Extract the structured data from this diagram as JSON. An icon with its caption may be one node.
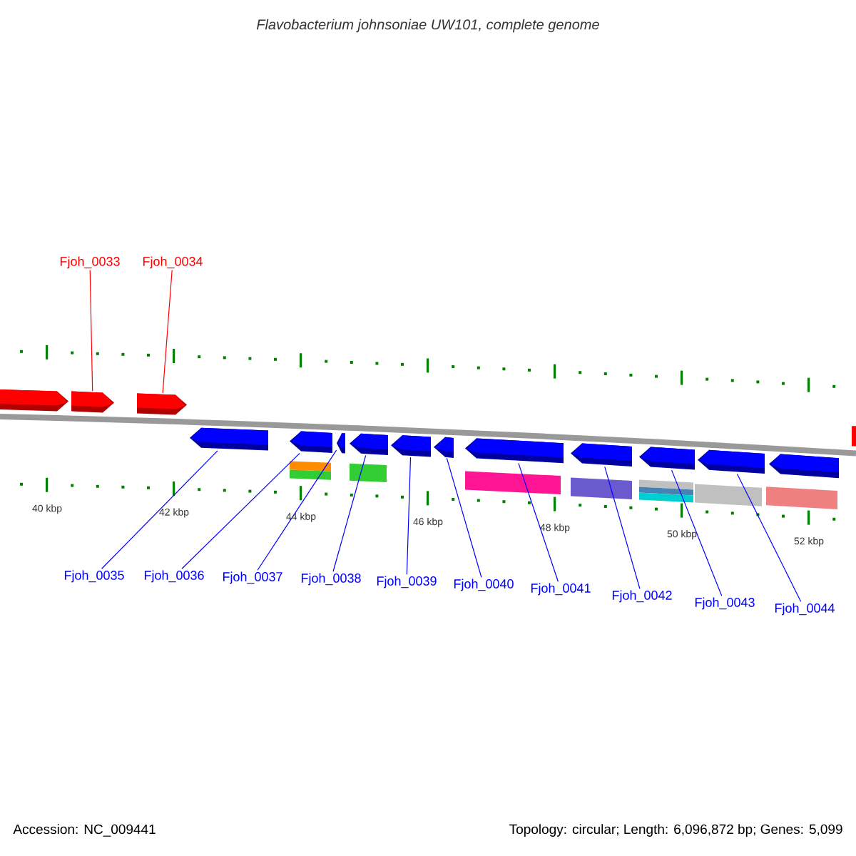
{
  "diagram": {
    "title": "Flavobacterium johnsoniae UW101, complete genome",
    "nodes": [
      {
        "text": [
          "Fjoh_0033"
        ]
      },
      {
        "text": [
          "Fjoh_0034"
        ]
      },
      {
        "text": [],
        "shape": "pentagon"
      },
      {
        "text": [],
        "shape": "pentagon"
      },
      {
        "text": [],
        "shape": "pentagon"
      },
      {
        "text": [],
        "shape": "box"
      },
      {
        "text": [],
        "shape": "pentagon"
      },
      {
        "text": [],
        "shape": "pentagon"
      },
      {
        "text": [],
        "shape": "pentagon"
      },
      {
        "text": [],
        "shape": "pentagon"
      },
      {
        "text": [],
        "shape": "pentagon"
      },
      {
        "text": [],
        "shape": "pentagon"
      },
      {
        "text": [],
        "shape": "pentagon"
      },
      {
        "text": [],
        "shape": "pentagon"
      },
      {
        "text": [],
        "shape": "pentagon"
      },
      {
        "text": [],
        "shape": "pentagon"
      },
      {
        "text": [],
        "shape": "pentagon"
      },
      {
        "text": [
          "Fjoh_0035"
        ]
      },
      {
        "text": [
          "Fjoh_0036"
        ]
      },
      {
        "text": [
          "Fjoh_0037"
        ]
      },
      {
        "text": [
          "Fjoh_0038"
        ]
      },
      {
        "text": [
          "Fjoh_0039"
        ]
      },
      {
        "text": [
          "Fjoh_0040"
        ]
      },
      {
        "text": [
          "Fjoh_0041"
        ]
      },
      {
        "text": [
          "Fjoh_0042"
        ]
      },
      {
        "text": [
          "Fjoh_0043"
        ]
      },
      {
        "text": [
          "Fjoh_0044"
        ]
      }
    ],
    "edges": [
      {
        "from": 0,
        "to": 3,
        "arrow": "none",
        "color": "#ff0000"
      },
      {
        "from": 1,
        "to": 4,
        "arrow": "none",
        "color": "#ff0000"
      },
      {
        "from": 17,
        "to": 6,
        "arrow": "none"
      },
      {
        "from": 18,
        "to": 7,
        "arrow": "none"
      },
      {
        "from": 19,
        "to": 8,
        "arrow": "none"
      },
      {
        "from": 20,
        "to": 9,
        "arrow": "none"
      },
      {
        "from": 21,
        "to": 10,
        "arrow": "none"
      },
      {
        "from": 22,
        "to": 11,
        "arrow": "none"
      },
      {
        "from": 23,
        "to": 12,
        "arrow": "none"
      },
      {
        "from": 24,
        "to": 13,
        "arrow": "none"
      },
      {
        "from": 25,
        "to": 14,
        "arrow": "none"
      },
      {
        "from": 26,
        "to": 15,
        "arrow": "none"
      }
    ],
    "labels": [
      "40 kbp",
      "42 kbp",
      "44 kbp",
      "46 kbp",
      "48 kbp",
      "50 kbp",
      "52 kbp",
      "Accession: NC_009441",
      "Topology: circular; Length: 6,096,872 bp; Genes: 5,099"
    ]
  }
}
